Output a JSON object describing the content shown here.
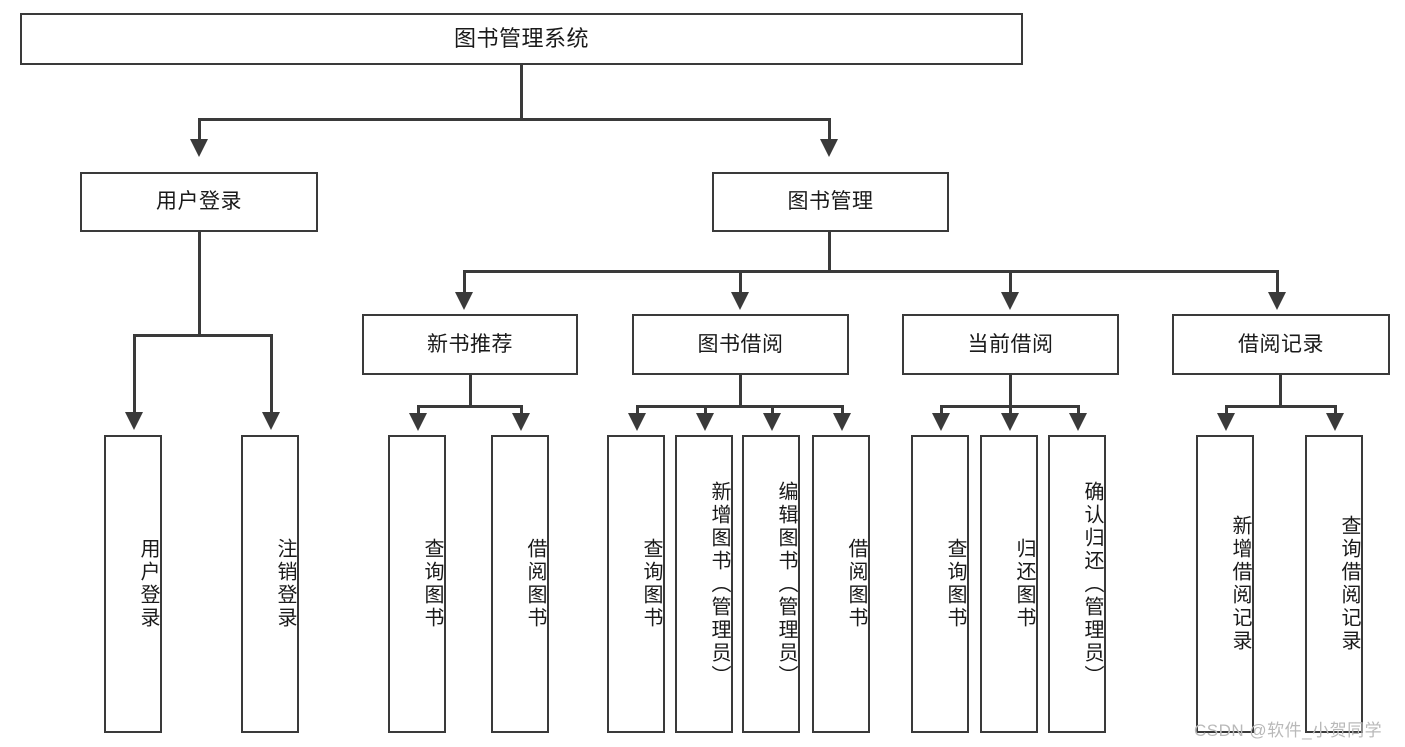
{
  "diagram": {
    "title": "图书管理系统",
    "type": "tree-structure-chart",
    "root": {
      "label": "图书管理系统"
    },
    "level2": [
      {
        "label": "用户登录"
      },
      {
        "label": "图书管理"
      }
    ],
    "level3": [
      {
        "label": "新书推荐"
      },
      {
        "label": "图书借阅"
      },
      {
        "label": "当前借阅"
      },
      {
        "label": "借阅记录"
      }
    ],
    "leaves": {
      "user_login": [
        {
          "label": "用户登录"
        },
        {
          "label": "注销登录"
        }
      ],
      "new_book": [
        {
          "label": "查询图书"
        },
        {
          "label": "借阅图书"
        }
      ],
      "book_borrow": [
        {
          "label": "查询图书"
        },
        {
          "label": "新增图书（管理员）"
        },
        {
          "label": "编辑图书（管理员）"
        },
        {
          "label": "借阅图书"
        }
      ],
      "current_borrow": [
        {
          "label": "查询图书"
        },
        {
          "label": "归还图书"
        },
        {
          "label": "确认归还（管理员）"
        }
      ],
      "borrow_record": [
        {
          "label": "新增借阅记录"
        },
        {
          "label": "查询借阅记录"
        }
      ]
    }
  },
  "watermark": {
    "text": "CSDN @软件_小贺同学"
  },
  "colors": {
    "line": "#3a3a3a",
    "box_fill": "#ffffff",
    "text": "#1a1a1a",
    "watermark": "#b9b9b9"
  }
}
